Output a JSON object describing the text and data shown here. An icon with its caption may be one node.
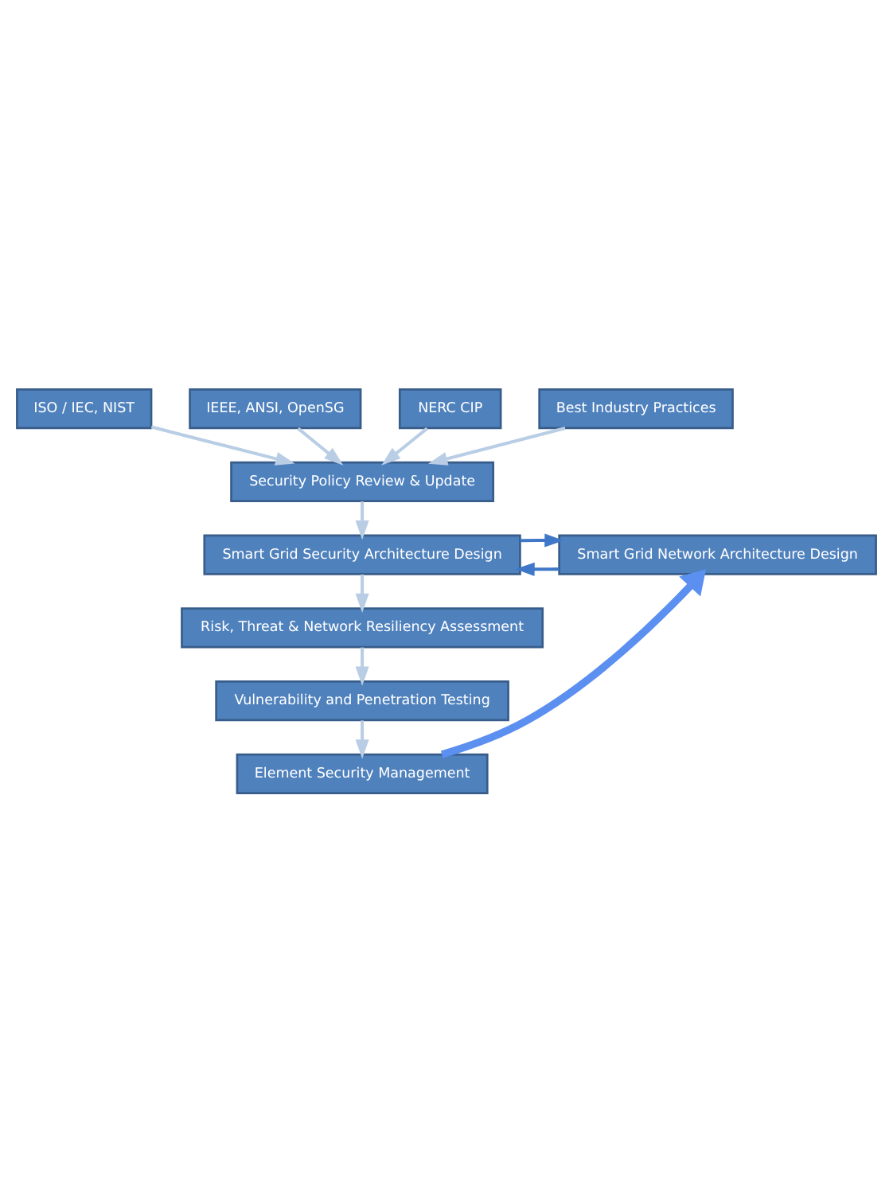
{
  "diagram": {
    "nodes": [
      {
        "text": [
          "ISO / IEC, NIST"
        ]
      },
      {
        "text": [
          "IEEE, ANSI, OpenSG"
        ]
      },
      {
        "text": [
          "NERC CIP"
        ]
      },
      {
        "text": [
          "Best Industry Practices"
        ]
      },
      {
        "text": [
          "Security Policy Review & Update"
        ]
      },
      {
        "text": [
          "Smart Grid Security Architecture Design"
        ]
      },
      {
        "text": [
          "Smart Grid Network Architecture Design"
        ]
      },
      {
        "text": [
          "Risk, Threat & Network Resiliency Assessment"
        ]
      },
      {
        "text": [
          "Vulnerability and Penetration Testing"
        ]
      },
      {
        "text": [
          "Element Security Management"
        ]
      }
    ],
    "edges": [
      {
        "from": 2,
        "to": 4,
        "arrow": "to"
      },
      {
        "from": 0,
        "to": 4,
        "arrow": "to"
      },
      {
        "from": 1,
        "to": 4,
        "arrow": "to"
      },
      {
        "from": 3,
        "to": 4,
        "arrow": "to"
      },
      {
        "from": 4,
        "to": 5,
        "arrow": "to"
      },
      {
        "from": 6,
        "to": 5,
        "arrow": "to",
        "color": "#3f78c8"
      },
      {
        "from": 5,
        "to": 6,
        "arrow": "to",
        "color": "#3f78c8"
      },
      {
        "from": 5,
        "to": 7,
        "arrow": "to"
      },
      {
        "from": 7,
        "to": 8,
        "arrow": "to"
      },
      {
        "from": 8,
        "to": 9,
        "arrow": "to"
      },
      {
        "from": 9,
        "to": 6,
        "arrow": "to",
        "style": "thick",
        "color": "#5b8ff0"
      }
    ]
  }
}
